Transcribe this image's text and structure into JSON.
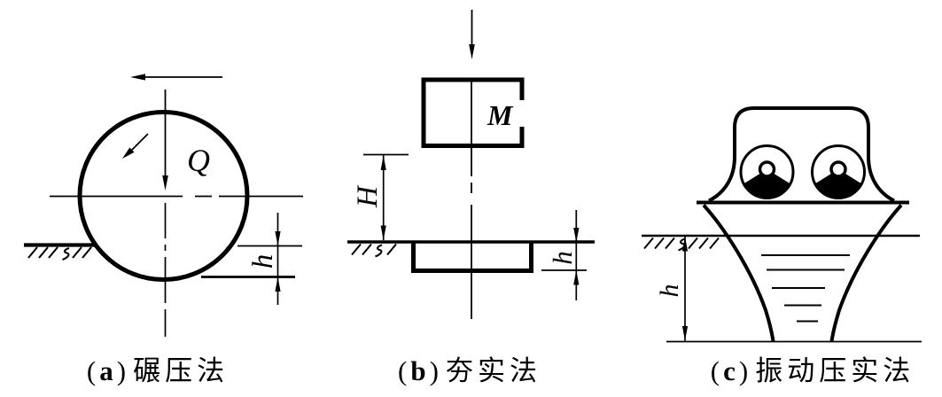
{
  "figure": {
    "type": "diagram",
    "subject": "soil compaction methods",
    "background": "#ffffff",
    "ink": "#000000"
  },
  "panels": {
    "a": {
      "caption": {
        "paren_open": "(",
        "letter": "a",
        "paren_close": ")",
        "method": "碾压法"
      },
      "labels": {
        "load": "Q",
        "depth": "h"
      }
    },
    "b": {
      "caption": {
        "paren_open": "(",
        "letter": "b",
        "paren_close": ")",
        "method": "夯实法"
      },
      "labels": {
        "mass": "M",
        "drop_height": "H",
        "depth": "h"
      }
    },
    "c": {
      "caption": {
        "paren_open": "(",
        "letter": "c",
        "paren_close": ")",
        "method": "振动压实法"
      },
      "labels": {
        "depth": "h"
      }
    }
  }
}
